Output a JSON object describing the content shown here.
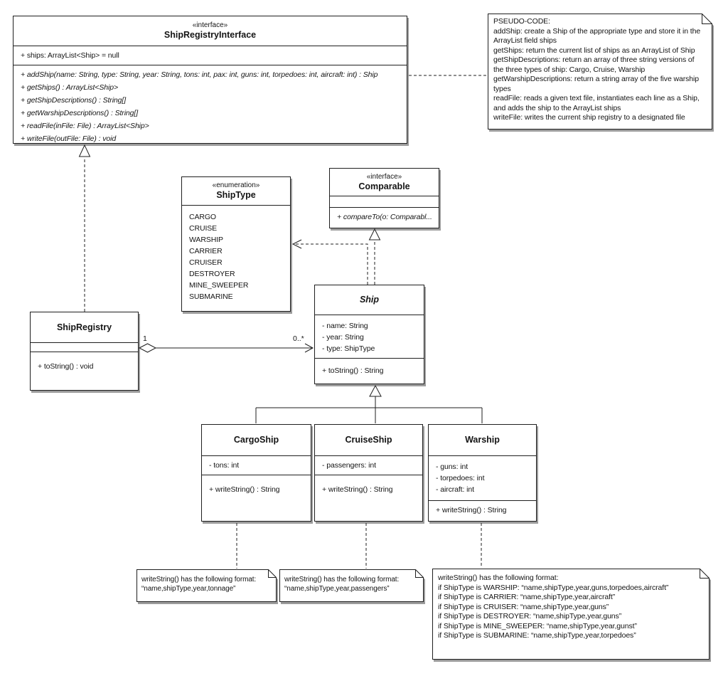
{
  "classes": {
    "registryInterface": {
      "stereotype": "«interface»",
      "name": "ShipRegistryInterface",
      "attributes": [
        "+ ships: ArrayList<Ship> = null"
      ],
      "methods": [
        "+ addShip(name: String, type: String, year: String, tons: int, pax: int, guns: int, torpedoes: int, aircraft: int) : Ship",
        "+ getShips() : ArrayList<Ship>",
        "+ getShipDescriptions() : String[]",
        "+ getWarshipDescriptions() : String[]",
        "+ readFile(inFile: File) : ArrayList<Ship>",
        "+ writeFile(outFile: File) : void"
      ]
    },
    "shipType": {
      "stereotype": "«enumeration»",
      "name": "ShipType",
      "literals": [
        "CARGO",
        "CRUISE",
        "WARSHIP",
        "CARRIER",
        "CRUISER",
        "DESTROYER",
        "MINE_SWEEPER",
        "SUBMARINE"
      ]
    },
    "comparable": {
      "stereotype": "«interface»",
      "name": "Comparable",
      "methods": [
        "+ compareTo(o: Comparabl..."
      ]
    },
    "ship": {
      "name": "Ship",
      "attributes": [
        "- name: String",
        "- year: String",
        "- type: ShipType"
      ],
      "methods": [
        "+ toString() : String"
      ]
    },
    "shipRegistry": {
      "name": "ShipRegistry",
      "methods": [
        "+ toString() : void"
      ]
    },
    "cargoShip": {
      "name": "CargoShip",
      "attributes": [
        "- tons: int"
      ],
      "methods": [
        "+ writeString() : String"
      ]
    },
    "cruiseShip": {
      "name": "CruiseShip",
      "attributes": [
        "- passengers: int"
      ],
      "methods": [
        "+ writeString() : String"
      ]
    },
    "warship": {
      "name": "Warship",
      "attributes": [
        "- guns: int",
        "- torpedoes: int",
        "- aircraft: int"
      ],
      "methods": [
        "+ writeString() : String"
      ]
    }
  },
  "notes": {
    "pseudoCode": "PSEUDO-CODE:\naddShip: create a Ship of the appropriate type and store it in the ArrayList field ships\ngetShips: return the current list of ships as an ArrayList of Ship\ngetShipDescriptions: return an array of three string versions of the three types of ship: Cargo, Cruise, Warship\ngetWarshipDescriptions: return a string array of the five warship types\nreadFile: reads a given text file, instantiates each line as a Ship, and adds the ship to the ArrayList ships\nwriteFile: writes the current ship registry to a designated file",
    "cargoFormat": "writeString() has the following format:\n“name,shipType,year,tonnage”",
    "cruiseFormat": "writeString() has the following format:\n“name,shipType,year,passengers”",
    "warshipFormat": "writeString() has the following format:\nif ShipType is WARSHIP: “name,shipType,year,guns,torpedoes,aircraft”\nif ShipType is CARRIER: “name,shipType,year,aircraft”\nif ShipType is CRUISER: “name,shipType,year,guns”\nif ShipType is DESTROYER: “name,shipType,year,guns”\nif ShipType is MINE_SWEEPER: “name,shipType,year,gunst”\nif ShipType is SUBMARINE: “name,shipType,year,torpedoes”"
  },
  "relationships": {
    "aggregation": {
      "whole": "ShipRegistry",
      "part": "Ship",
      "whole_multiplicity": "1",
      "part_multiplicity": "0..*"
    },
    "realizations": [
      {
        "from": "ShipRegistry",
        "to": "ShipRegistryInterface"
      },
      {
        "from": "Ship",
        "to": "Comparable"
      }
    ],
    "generalizations": [
      {
        "from": "CargoShip",
        "to": "Ship"
      },
      {
        "from": "CruiseShip",
        "to": "Ship"
      },
      {
        "from": "Warship",
        "to": "Ship"
      }
    ],
    "dependencies": [
      {
        "from": "Ship",
        "to": "ShipType"
      }
    ]
  },
  "colors": {
    "line": "#1f1f1f",
    "background": "#ffffff",
    "shadow": "#9c9c9c"
  }
}
